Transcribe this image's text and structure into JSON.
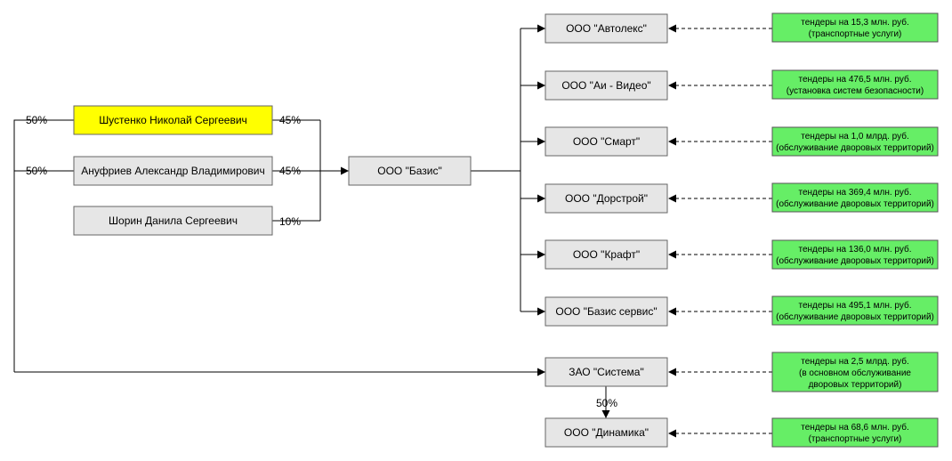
{
  "owners": [
    {
      "name": "Шустенко Николай Сергеевич",
      "left_share": "50%",
      "right_share": "45%"
    },
    {
      "name": "Ануфриев Александр Владимирович",
      "left_share": "50%",
      "right_share": "45%"
    },
    {
      "name": "Шорин Данила Сергеевич",
      "left_share": "",
      "right_share": "10%"
    }
  ],
  "hub": {
    "name": "ООО \"Базис\""
  },
  "companies": [
    {
      "name": "ООО \"Автолекс\"",
      "tender": [
        "тендеры на 15,3 млн. руб.",
        "(транспортные услуги)"
      ]
    },
    {
      "name": "ООО \"Аи - Видео\"",
      "tender": [
        "тендеры на 476,5 млн. руб.",
        "(установка систем безопасности)"
      ]
    },
    {
      "name": "ООО \"Смарт\"",
      "tender": [
        "тендеры на 1,0 млрд. руб.",
        "(обслуживание дворовых территорий)"
      ]
    },
    {
      "name": "ООО \"Дорстрой\"",
      "tender": [
        "тендеры на 369,4 млн. руб.",
        "(обслуживание дворовых территорий)"
      ]
    },
    {
      "name": "ООО \"Крафт\"",
      "tender": [
        "тендеры на 136,0 млн. руб.",
        "(обслуживание дворовых территорий)"
      ]
    },
    {
      "name": "ООО \"Базис сервис\"",
      "tender": [
        "тендеры на 495,1 млн. руб.",
        "(обслуживание дворовых территорий)"
      ]
    }
  ],
  "sistema": {
    "name": "ЗАО \"Система\"",
    "tender": [
      "тендеры на 2,5 млрд. руб.",
      "(в основном обслуживание",
      "дворовых территорий)"
    ]
  },
  "sub_share": "50%",
  "dinamika": {
    "name": "ООО \"Динамика\"",
    "tender": [
      "тендеры на 68,6 млн. руб.",
      "(транспортные услуги)"
    ]
  }
}
